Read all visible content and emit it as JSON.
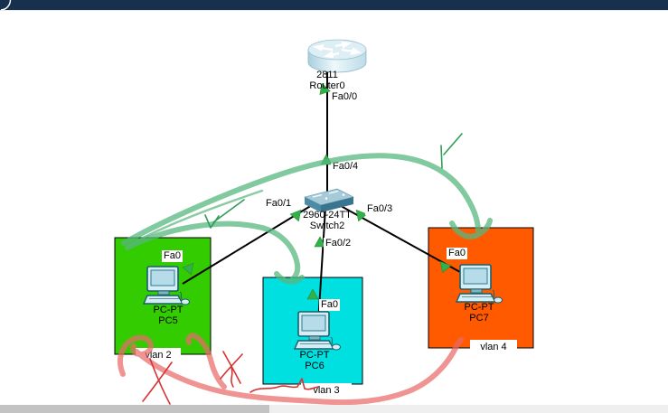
{
  "chrome": {
    "top_bar_color": "#16304d",
    "scrollbar": {
      "thumb_color": "#c3c3c3",
      "track_color": "#efefef"
    }
  },
  "topology": {
    "router": {
      "model": "2811",
      "name": "Router0",
      "port_label": "Fa0/0"
    },
    "switch": {
      "model": "2960-24TT",
      "name": "Switch2",
      "ports": {
        "to_router": "Fa0/4",
        "to_pc5": "Fa0/1",
        "to_pc6": "Fa0/2",
        "to_pc7": "Fa0/3"
      }
    },
    "pcs": [
      {
        "type": "PC-PT",
        "name": "PC5",
        "port_label": "Fa0",
        "vlan": {
          "label": "vlan 2",
          "color": "#33cc00"
        }
      },
      {
        "type": "PC-PT",
        "name": "PC6",
        "port_label": "Fa0",
        "vlan": {
          "label": "vlan 3",
          "color": "#00e0e0"
        }
      },
      {
        "type": "PC-PT",
        "name": "PC7",
        "port_label": "Fa0",
        "vlan": {
          "label": "vlan 4",
          "color": "#ff5a00"
        }
      }
    ]
  },
  "colors": {
    "link_line": "#000000",
    "link_arrow": "#33b04a",
    "pen_green": "#57b77e",
    "pen_green_thin": "#2f9e57",
    "pen_red": "#e96a6a",
    "pen_red_thin": "#d63333"
  }
}
